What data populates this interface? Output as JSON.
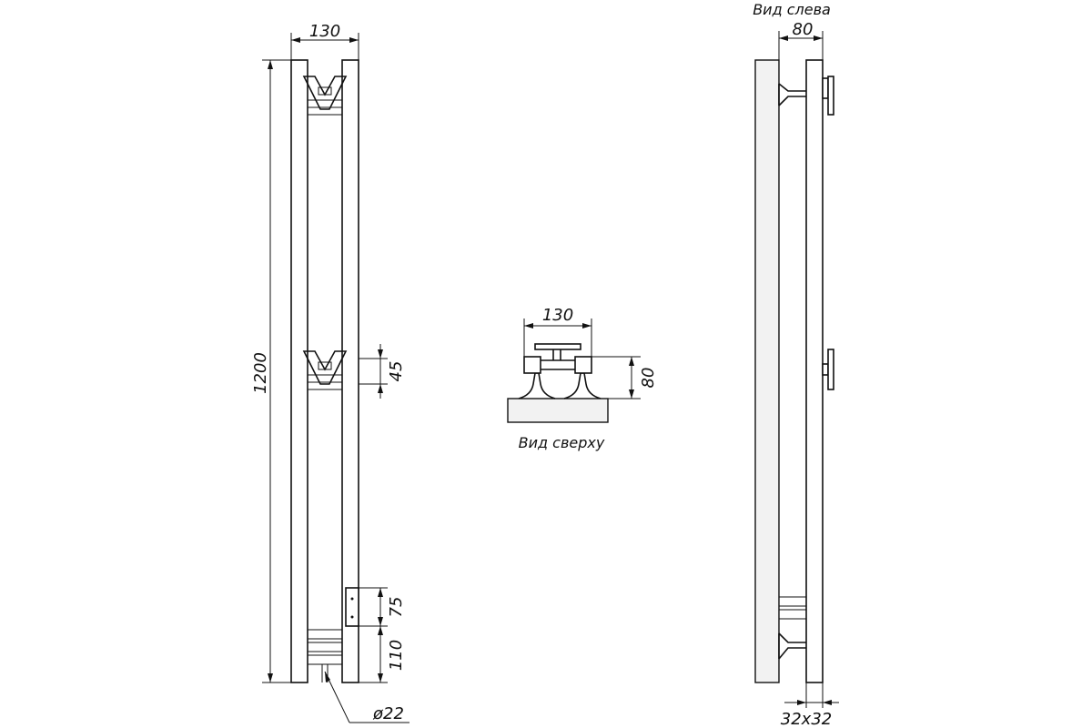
{
  "front_view": {
    "dim_width": "130",
    "dim_height": "1200",
    "dim_bracket_spacing": "45",
    "dim_box": "75",
    "dim_bottom": "110",
    "dim_pipe_diameter": "ø22"
  },
  "top_view": {
    "caption": "Вид сверху",
    "dim_width": "130",
    "dim_depth": "80"
  },
  "side_view": {
    "caption": "Вид слева",
    "dim_depth": "80",
    "dim_profile": "32х32"
  }
}
